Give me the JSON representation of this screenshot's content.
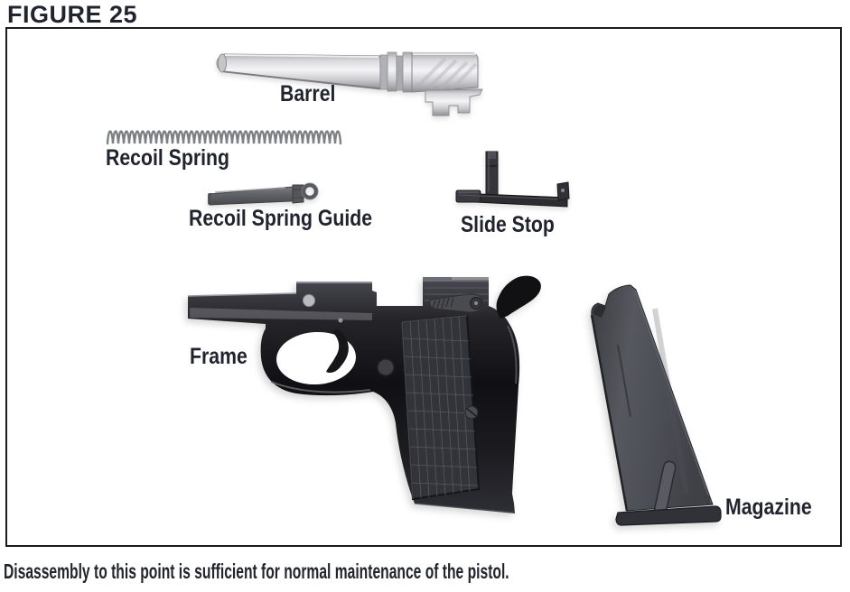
{
  "figure": {
    "title": "FIGURE 25",
    "caption": "Disassembly to this point is sufficient for normal maintenance of the pistol."
  },
  "labels": {
    "barrel": "Barrel",
    "recoil_spring": "Recoil Spring",
    "recoil_spring_guide": "Recoil Spring Guide",
    "slide_stop": "Slide Stop",
    "frame": "Frame",
    "magazine": "Magazine"
  },
  "colors": {
    "text": "#20242e",
    "figure_border": "#1c1c1c",
    "background": "#ffffff",
    "barrel_metal_light": "#f4f4f6",
    "barrel_metal_dark": "#8f8f95",
    "spring_gray": "#7e8084",
    "guide_gray": "#55565b",
    "slide_stop_black": "#2c2c31",
    "frame_black": "#101014",
    "magazine_gray": "#4a4d53"
  }
}
